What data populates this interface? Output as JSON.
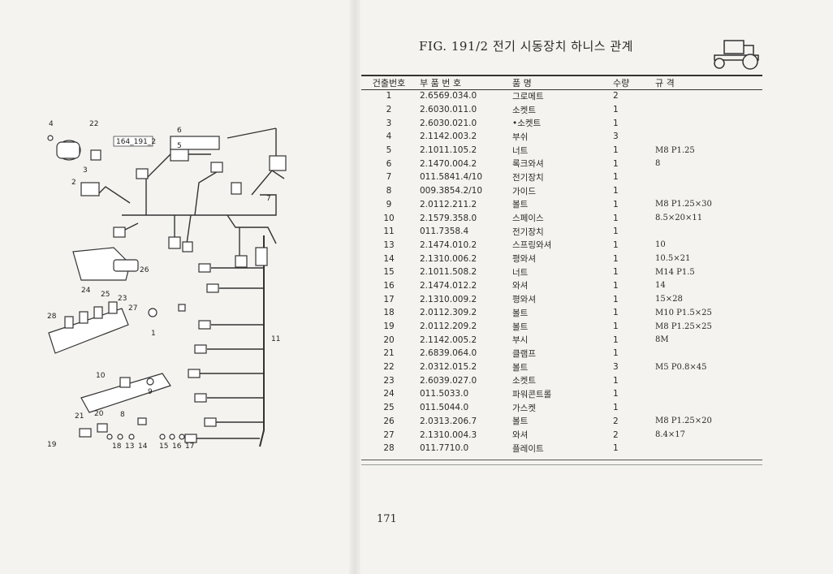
{
  "figure": {
    "title": "FIG. 191/2 전기 시동장치 하니스 관계",
    "diagram_code": "164_191_2",
    "callouts": [
      "4",
      "22",
      "3",
      "2",
      "6",
      "5",
      "7",
      "26",
      "24",
      "25",
      "23",
      "27",
      "28",
      "1",
      "11",
      "10",
      "9",
      "21",
      "20",
      "8",
      "19",
      "18",
      "13",
      "14",
      "15",
      "16",
      "17"
    ]
  },
  "table": {
    "headers": {
      "no": "건출번호",
      "part": "부 품 번 호",
      "name": "품    명",
      "qty": "수량",
      "spec": "규        격"
    },
    "rows": [
      {
        "no": "1",
        "part": "2.6569.034.0",
        "name": "그로메트",
        "qty": "2",
        "spec": ""
      },
      {
        "no": "2",
        "part": "2.6030.011.0",
        "name": "소켓트",
        "qty": "1",
        "spec": ""
      },
      {
        "no": "3",
        "part": "2.6030.021.0",
        "name": "•소켓트",
        "qty": "1",
        "spec": ""
      },
      {
        "no": "4",
        "part": "2.1142.003.2",
        "name": "부쉬",
        "qty": "3",
        "spec": ""
      },
      {
        "no": "5",
        "part": "2.1011.105.2",
        "name": "너트",
        "qty": "1",
        "spec": "M8 P1.25"
      },
      {
        "no": "6",
        "part": "2.1470.004.2",
        "name": "록크와셔",
        "qty": "1",
        "spec": "8"
      },
      {
        "no": "7",
        "part": "011.5841.4/10",
        "name": "전기장치",
        "qty": "1",
        "spec": ""
      },
      {
        "no": "8",
        "part": "009.3854.2/10",
        "name": "가이드",
        "qty": "1",
        "spec": ""
      },
      {
        "no": "9",
        "part": "2.0112.211.2",
        "name": "볼트",
        "qty": "1",
        "spec": "M8 P1.25×30"
      },
      {
        "no": "10",
        "part": "2.1579.358.0",
        "name": "스페이스",
        "qty": "1",
        "spec": "8.5×20×11"
      },
      {
        "no": "11",
        "part": "011.7358.4",
        "name": "전기장치",
        "qty": "1",
        "spec": ""
      },
      {
        "no": "13",
        "part": "2.1474.010.2",
        "name": "스프링와셔",
        "qty": "1",
        "spec": "10"
      },
      {
        "no": "14",
        "part": "2.1310.006.2",
        "name": "평와셔",
        "qty": "1",
        "spec": "10.5×21"
      },
      {
        "no": "15",
        "part": "2.1011.508.2",
        "name": "너트",
        "qty": "1",
        "spec": "M14 P1.5"
      },
      {
        "no": "16",
        "part": "2.1474.012.2",
        "name": "와셔",
        "qty": "1",
        "spec": "14"
      },
      {
        "no": "17",
        "part": "2.1310.009.2",
        "name": "평와셔",
        "qty": "1",
        "spec": "15×28"
      },
      {
        "no": "18",
        "part": "2.0112.309.2",
        "name": "볼트",
        "qty": "1",
        "spec": "M10 P1.5×25"
      },
      {
        "no": "19",
        "part": "2.0112.209.2",
        "name": "볼트",
        "qty": "1",
        "spec": "M8 P1.25×25"
      },
      {
        "no": "20",
        "part": "2.1142.005.2",
        "name": "부시",
        "qty": "1",
        "spec": "8M"
      },
      {
        "no": "21",
        "part": "2.6839.064.0",
        "name": "클램프",
        "qty": "1",
        "spec": ""
      },
      {
        "no": "22",
        "part": "2.0312.015.2",
        "name": "볼트",
        "qty": "3",
        "spec": "M5 P0.8×45"
      },
      {
        "no": "23",
        "part": "2.6039.027.0",
        "name": "소켓트",
        "qty": "1",
        "spec": ""
      },
      {
        "no": "24",
        "part": "011.5033.0",
        "name": "파워콘트롤",
        "qty": "1",
        "spec": ""
      },
      {
        "no": "25",
        "part": "011.5044.0",
        "name": "가스켓",
        "qty": "1",
        "spec": ""
      },
      {
        "no": "26",
        "part": "2.0313.206.7",
        "name": "볼트",
        "qty": "2",
        "spec": "M8 P1.25×20"
      },
      {
        "no": "27",
        "part": "2.1310.004.3",
        "name": "와셔",
        "qty": "2",
        "spec": "8.4×17"
      },
      {
        "no": "28",
        "part": "011.7710.0",
        "name": "플레이트",
        "qty": "1",
        "spec": ""
      }
    ]
  },
  "page_number": "171",
  "icons": {
    "header_icon": "tractor-icon"
  }
}
